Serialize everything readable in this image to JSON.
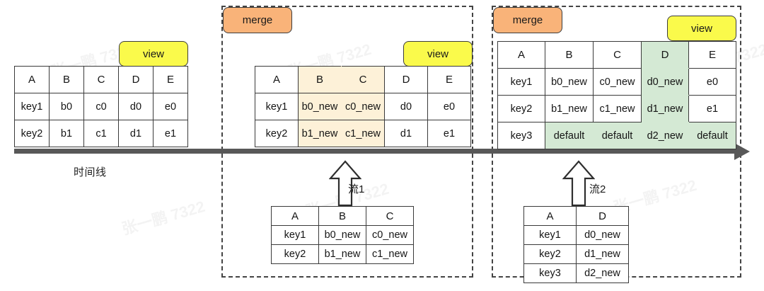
{
  "diagram": {
    "timeline_label": "时间线",
    "badges": {
      "merge": "merge",
      "view": "view"
    },
    "flow_labels": {
      "flow1": "流1",
      "flow2": "流2"
    },
    "watermark": "张一鹏 7322",
    "colors": {
      "merge_badge": "#f9b379",
      "view_badge": "#fafa4b",
      "highlight_peach": "#fdf1d8",
      "highlight_green": "#d4e9d4",
      "timeline": "#585858",
      "border": "#3a3a3a",
      "dashed_box": "#444444",
      "background": "#ffffff"
    }
  },
  "stage1": {
    "view_badge": "view",
    "table": {
      "headers": [
        "A",
        "B",
        "C",
        "D",
        "E"
      ],
      "rows": [
        [
          "key1",
          "b0",
          "c0",
          "d0",
          "e0"
        ],
        [
          "key2",
          "b1",
          "c1",
          "d1",
          "e1"
        ]
      ]
    }
  },
  "stage2": {
    "merge_badge": "merge",
    "view_badge": "view",
    "flow_label": "流1",
    "table": {
      "headers": [
        "A",
        "B",
        "C",
        "D",
        "E"
      ],
      "rows": [
        [
          "key1",
          "b0_new",
          "c0_new",
          "d0",
          "e0"
        ],
        [
          "key2",
          "b1_new",
          "c1_new",
          "d1",
          "e1"
        ]
      ],
      "highlighted_columns": [
        "B",
        "C"
      ]
    },
    "input_table": {
      "headers": [
        "A",
        "B",
        "C"
      ],
      "rows": [
        [
          "key1",
          "b0_new",
          "c0_new"
        ],
        [
          "key2",
          "b1_new",
          "c1_new"
        ]
      ]
    }
  },
  "stage3": {
    "merge_badge": "merge",
    "view_badge": "view",
    "flow_label": "流2",
    "table": {
      "headers": [
        "A",
        "B",
        "C",
        "D",
        "E"
      ],
      "rows": [
        [
          "key1",
          "b0_new",
          "c0_new",
          "d0_new",
          "e0"
        ],
        [
          "key2",
          "b1_new",
          "c1_new",
          "d1_new",
          "e1"
        ],
        [
          "key3",
          "default",
          "default",
          "d2_new",
          "default"
        ]
      ],
      "highlighted_columns": [
        "D"
      ],
      "highlighted_rows": [
        "key3"
      ]
    },
    "input_table": {
      "headers": [
        "A",
        "D"
      ],
      "rows": [
        [
          "key1",
          "d0_new"
        ],
        [
          "key2",
          "d1_new"
        ],
        [
          "key3",
          "d2_new"
        ]
      ]
    }
  }
}
